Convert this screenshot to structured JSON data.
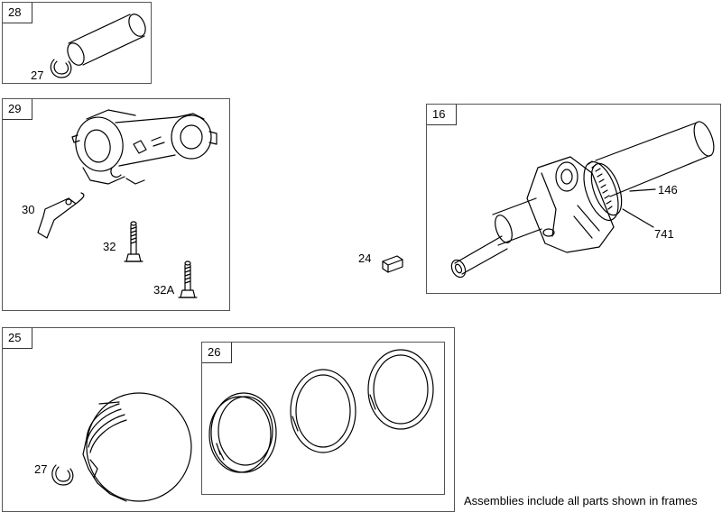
{
  "frames": {
    "f28": {
      "tag": "28"
    },
    "f29": {
      "tag": "29"
    },
    "f16": {
      "tag": "16"
    },
    "f25": {
      "tag": "25"
    },
    "f26": {
      "tag": "26"
    }
  },
  "callouts": {
    "c27a": "27",
    "c30": "30",
    "c32": "32",
    "c32a": "32A",
    "c24": "24",
    "c146": "146",
    "c741": "741",
    "c27b": "27"
  },
  "footer_note": "Assemblies include all parts shown in frames"
}
